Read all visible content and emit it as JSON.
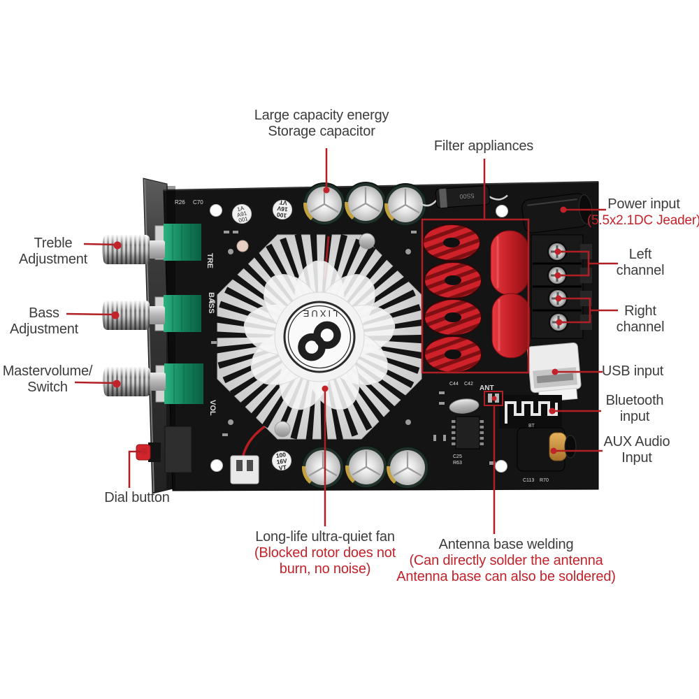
{
  "colors": {
    "label_text": "#3c3c3c",
    "annotation_red": "#c2222a",
    "leader_line_red": "#b01f24",
    "pcb_black": "#141414",
    "potentiometer_green": "#12825c",
    "inductor_red": "#cf2129",
    "heatsink_silver": "#e9e9e9"
  },
  "callouts": {
    "storage_capacitor": {
      "line1": "Large capacity energy",
      "line2": "Storage capacitor"
    },
    "filter": {
      "label": "Filter appliances"
    },
    "power": {
      "label": "Power input",
      "sub": "(5.5x2.1DC Jeader)"
    },
    "left_channel": {
      "line1": "Left",
      "line2": "channel"
    },
    "right_channel": {
      "line1": "Right",
      "line2": "channel"
    },
    "usb": {
      "label": "USB input"
    },
    "bluetooth": {
      "line1": "Bluetooth",
      "line2": "input"
    },
    "aux": {
      "line1": "AUX Audio",
      "line2": "Input"
    },
    "treble": {
      "line1": "Treble",
      "line2": "Adjustment"
    },
    "bass": {
      "line1": "Bass",
      "line2": "Adjustment"
    },
    "master": {
      "line1": "Mastervolume/",
      "line2": "Switch"
    },
    "dial": {
      "label": "Dial button"
    },
    "fan": {
      "label": "Long-life ultra-quiet fan",
      "sub1": "(Blocked rotor does not",
      "sub2": "burn, no noise)"
    },
    "antenna": {
      "label": "Antenna base welding",
      "sub1": "(Can directly solder the antenna",
      "sub2": "Antenna base can also be soldered)"
    }
  },
  "board": {
    "fan_logo": "LIXUE",
    "silkscreen": {
      "treble_pot": "TRE",
      "bass_pot": "BASS",
      "volume_pot": "VOL",
      "antenna_pad": "ANT",
      "bt_antenna": "BT",
      "diode": "5S00",
      "top_small_cap": [
        "100",
        "16V",
        "VT"
      ],
      "bottom_small_cap": [
        "100",
        "16V",
        "VT"
      ],
      "black_cap": [
        "1A",
        "A91",
        "001"
      ],
      "refs": {
        "r26": "R26",
        "c70": "C70",
        "c44": "C44",
        "c42": "C42",
        "c25": "C25",
        "r63": "R63",
        "c113": "C113",
        "r70": "R70"
      }
    }
  }
}
